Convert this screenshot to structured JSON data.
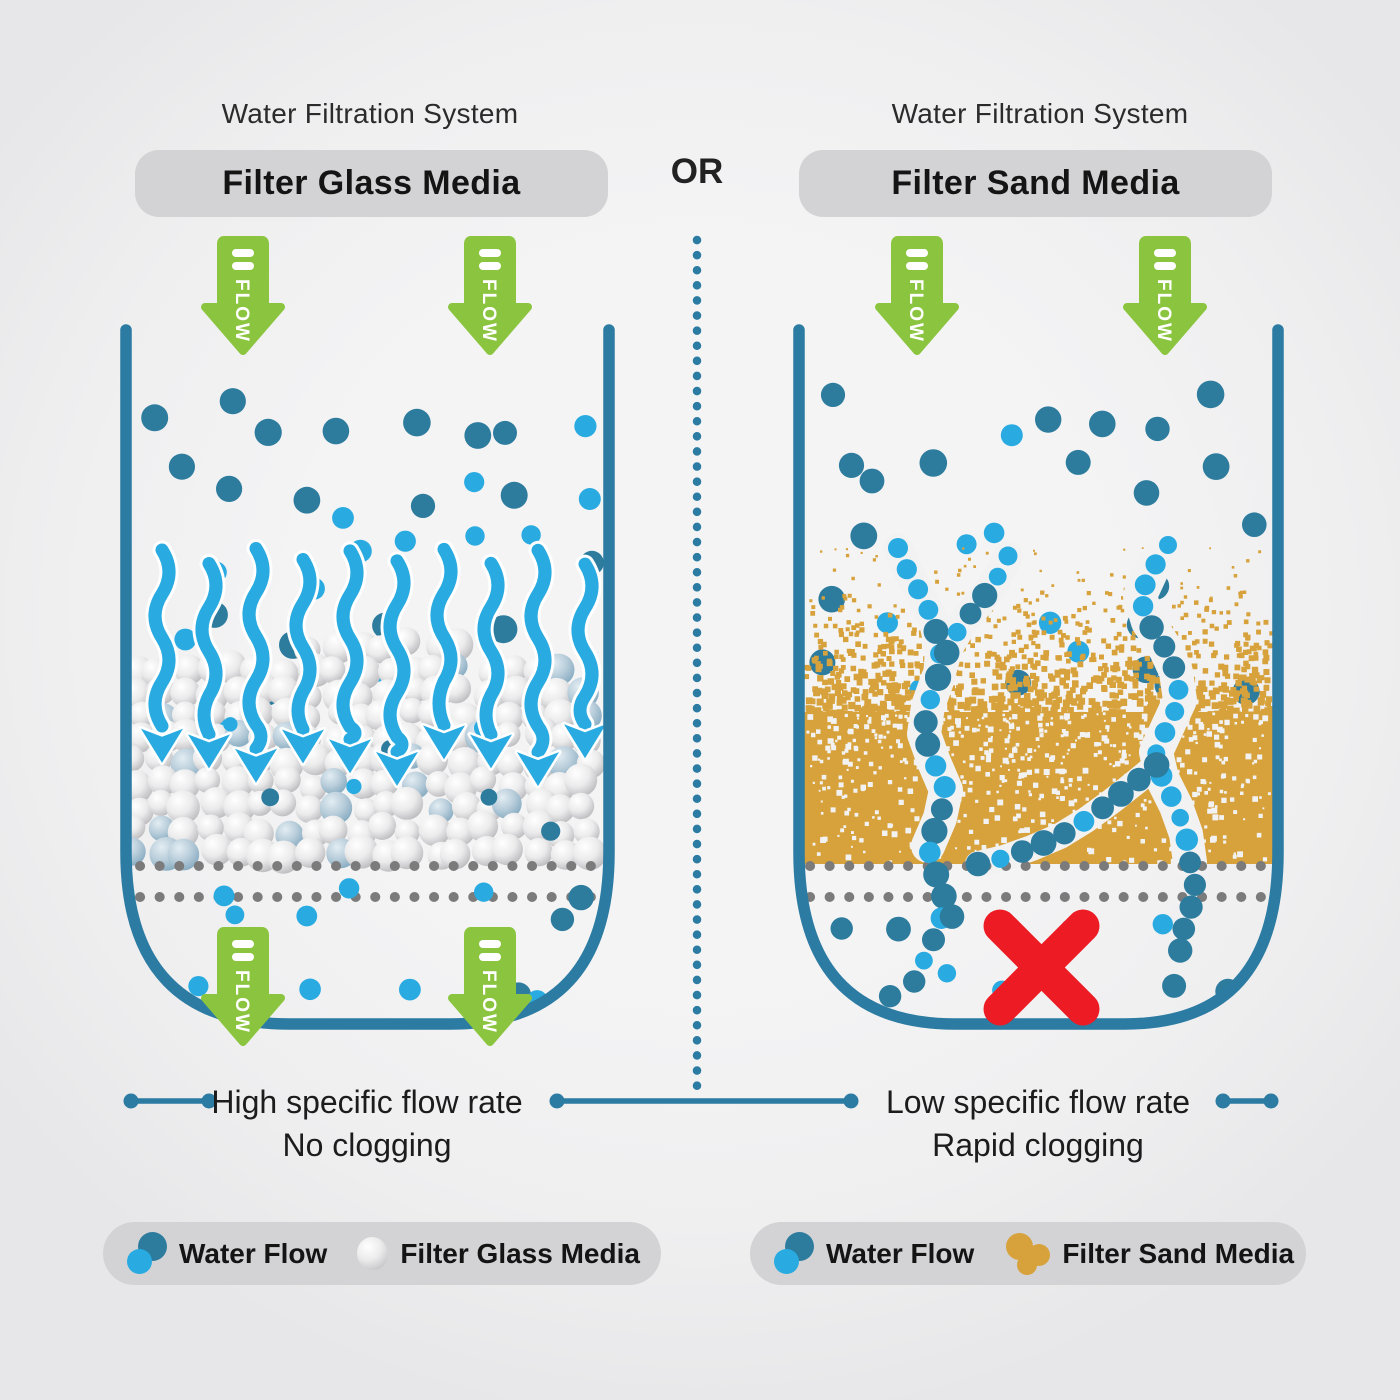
{
  "or_label": "OR",
  "flow_label": "FLOW",
  "left": {
    "title": "Water Filtration System",
    "media_label": "Filter Glass Media",
    "caption_line1": "High specific flow rate",
    "caption_line2": "No clogging",
    "legend": [
      {
        "icon": "water-flow-icon",
        "label": "Water Flow"
      },
      {
        "icon": "filter-glass-media-icon",
        "label": "Filter Glass Media"
      }
    ]
  },
  "right": {
    "title": "Water Filtration System",
    "media_label": "Filter Sand Media",
    "caption_line1": "Low specific flow rate",
    "caption_line2": "Rapid clogging",
    "legend": [
      {
        "icon": "water-flow-icon",
        "label": "Water Flow"
      },
      {
        "icon": "filter-sand-media-icon",
        "label": "Filter Sand Media"
      }
    ]
  },
  "colors": {
    "background": "#f2f2f3",
    "vessel_teal": "#2b7ba2",
    "water_dark": "#2d7c9e",
    "water_light": "#29abe2",
    "flow_green": "#8bc53f",
    "sand_amber": "#d7a23b",
    "error_red": "#ed1c24",
    "grid_dot_gray": "#7b7b7b",
    "pill_gray": "#d3d3d5",
    "text_dark": "#1c1c1c"
  }
}
